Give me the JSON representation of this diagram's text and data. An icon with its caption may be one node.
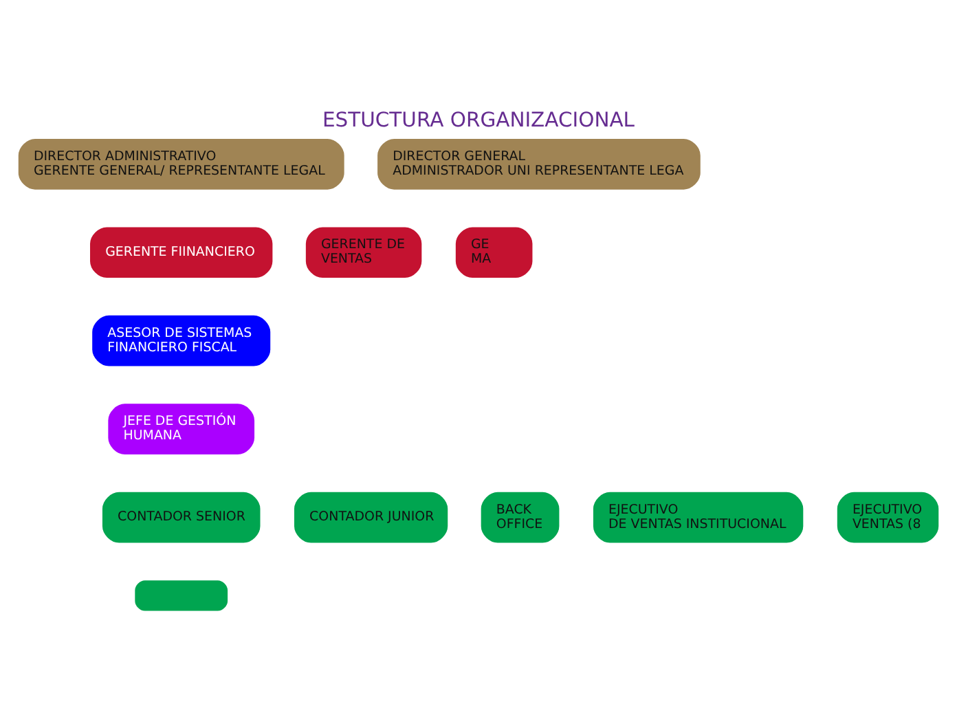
{
  "diagram": {
    "title": "ESTUCTURA ORGANIZACIONAL",
    "nodes": [
      {
        "text": [
          "DIRECTOR ADMINISTRATIVO GERENTE GENERAL/ REPRESENTANTE LEGAL"
        ]
      },
      {
        "text": [
          "DIRECTOR GENERAL ADMINISTRADOR UNI REPRESENTANTE LEGA"
        ]
      },
      {
        "text": [
          "GERENTE FIINANCIERO"
        ]
      },
      {
        "text": [
          "GERENTE DE VENTAS"
        ]
      },
      {
        "text": [
          "GE MA"
        ]
      },
      {
        "text": [
          "ASESOR DE SISTEMAS FINANCIERO FISCAL"
        ]
      },
      {
        "text": [
          "JEFE DE GESTIÓN HUMANA"
        ]
      },
      {
        "text": [
          "CONTADOR SENIOR"
        ]
      },
      {
        "text": [
          "CONTADOR JUNIOR"
        ]
      },
      {
        "text": [
          "BACK OFFICE"
        ]
      },
      {
        "text": [
          "EJECUTIVO DE VENTAS INSTITUCIONAL"
        ]
      },
      {
        "text": [
          "EJECUTIVO VENTAS (8"
        ]
      },
      {
        "text": [],
        "shape": "box"
      }
    ],
    "edges": []
  }
}
